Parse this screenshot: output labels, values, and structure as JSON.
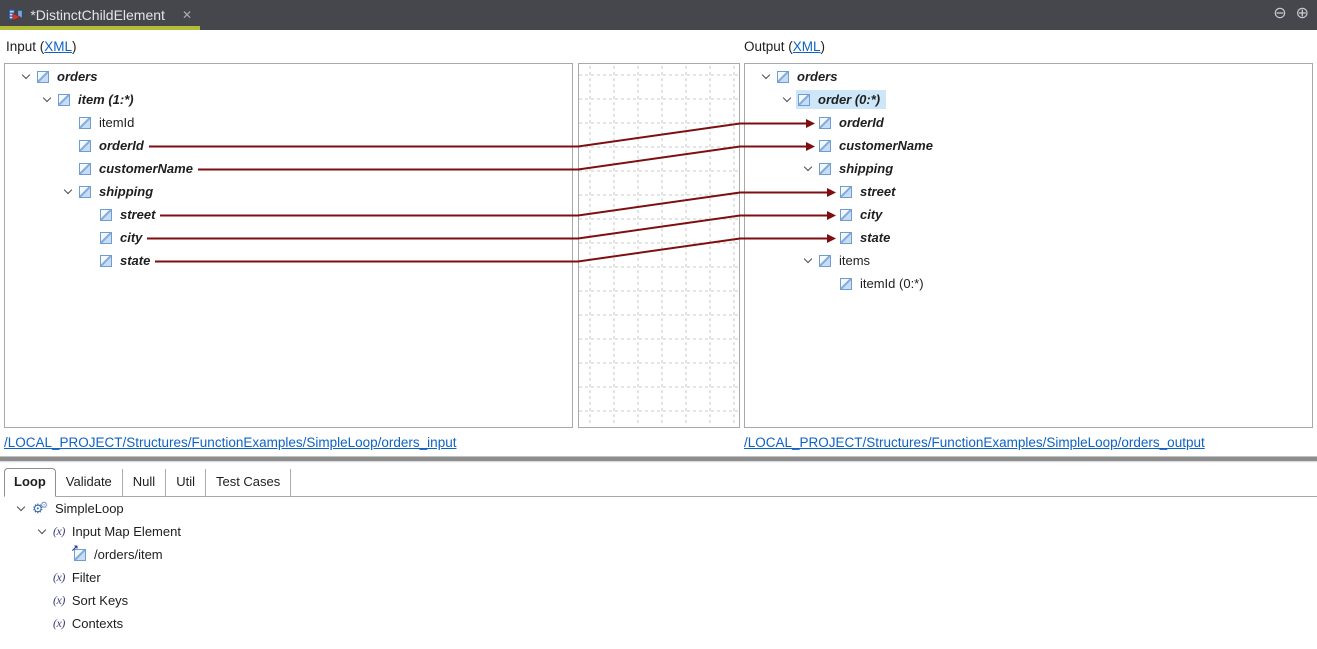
{
  "header": {
    "tab_title": "*DistinctChildElement"
  },
  "icons": {
    "close_glyph": "✕",
    "minus_circle_glyph": "⊖",
    "plus_circle_glyph": "⊕",
    "function_glyph": "(x)",
    "gear_glyph": "⚙",
    "arrow_up_right_glyph": "↗"
  },
  "colors": {
    "header_bg": "#45474c",
    "tab_underline": "#b4bd38",
    "mapping_line": "#7e0e10",
    "selection_bg": "#cde7f8",
    "link": "#0e62c4",
    "grid": "#c9c9c9"
  },
  "input_section": {
    "label_prefix": "Input (",
    "format_link": "XML",
    "label_suffix": ")",
    "path_link": "/LOCAL_PROJECT/Structures/FunctionExamples/SimpleLoop/orders_input"
  },
  "output_section": {
    "label_prefix": "Output (",
    "format_link": "XML",
    "label_suffix": ")",
    "path_link": "/LOCAL_PROJECT/Structures/FunctionExamples/SimpleLoop/orders_output"
  },
  "input_tree": {
    "rows": [
      {
        "label": "orders",
        "level": 0,
        "expanded": true,
        "style": "bi",
        "icon": "xml"
      },
      {
        "label": "item (1:*)",
        "level": 1,
        "expanded": true,
        "style": "bi",
        "icon": "xml"
      },
      {
        "label": "itemId",
        "level": 2,
        "expanded": false,
        "style": "plain",
        "icon": "xml"
      },
      {
        "label": "orderId",
        "level": 2,
        "expanded": false,
        "style": "bi",
        "icon": "xml"
      },
      {
        "label": "customerName",
        "level": 2,
        "expanded": false,
        "style": "bi",
        "icon": "xml"
      },
      {
        "label": "shipping",
        "level": 2,
        "expanded": true,
        "style": "bi",
        "icon": "xml"
      },
      {
        "label": "street",
        "level": 3,
        "expanded": false,
        "style": "bi",
        "icon": "xml"
      },
      {
        "label": "city",
        "level": 3,
        "expanded": false,
        "style": "bi",
        "icon": "xml"
      },
      {
        "label": "state",
        "level": 3,
        "expanded": false,
        "style": "bi",
        "icon": "xml"
      }
    ]
  },
  "output_tree": {
    "rows": [
      {
        "label": "orders",
        "level": 0,
        "expanded": true,
        "style": "bi",
        "icon": "xml"
      },
      {
        "label": "order (0:*)",
        "level": 1,
        "expanded": true,
        "style": "bi",
        "icon": "xml",
        "selected": true
      },
      {
        "label": "orderId",
        "level": 2,
        "expanded": false,
        "style": "bi",
        "icon": "xml"
      },
      {
        "label": "customerName",
        "level": 2,
        "expanded": false,
        "style": "bi",
        "icon": "xml"
      },
      {
        "label": "shipping",
        "level": 2,
        "expanded": true,
        "style": "bi",
        "icon": "xml"
      },
      {
        "label": "street",
        "level": 3,
        "expanded": false,
        "style": "bi",
        "icon": "xml"
      },
      {
        "label": "city",
        "level": 3,
        "expanded": false,
        "style": "bi",
        "icon": "xml"
      },
      {
        "label": "state",
        "level": 3,
        "expanded": false,
        "style": "bi",
        "icon": "xml"
      },
      {
        "label": "items",
        "level": 2,
        "expanded": true,
        "style": "plain",
        "icon": "xml"
      },
      {
        "label": "itemId (0:*)",
        "level": 3,
        "expanded": false,
        "style": "plain",
        "icon": "xml"
      }
    ]
  },
  "mappings": [
    {
      "from": "orderId",
      "from_index": 3,
      "to": "orderId",
      "to_index": 2
    },
    {
      "from": "customerName",
      "from_index": 4,
      "to": "customerName",
      "to_index": 3
    },
    {
      "from": "street",
      "from_index": 6,
      "to": "street",
      "to_index": 5
    },
    {
      "from": "city",
      "from_index": 7,
      "to": "city",
      "to_index": 6
    },
    {
      "from": "state",
      "from_index": 8,
      "to": "state",
      "to_index": 7
    }
  ],
  "bottom_panel": {
    "tabs": [
      "Loop",
      "Validate",
      "Null",
      "Util",
      "Test Cases"
    ],
    "active_tab": "Loop",
    "tree": {
      "rows": [
        {
          "label": "SimpleLoop",
          "level": 0,
          "expanded": true,
          "style": "plain",
          "icon": "gears"
        },
        {
          "label": "Input Map Element",
          "level": 1,
          "expanded": true,
          "style": "plain",
          "icon": "fn"
        },
        {
          "label": "/orders/item",
          "level": 2,
          "expanded": false,
          "style": "plain",
          "icon": "xml-new"
        },
        {
          "label": "Filter",
          "level": 1,
          "expanded": false,
          "style": "plain",
          "icon": "fn"
        },
        {
          "label": "Sort Keys",
          "level": 1,
          "expanded": false,
          "style": "plain",
          "icon": "fn"
        },
        {
          "label": "Contexts",
          "level": 1,
          "expanded": false,
          "style": "plain",
          "icon": "fn"
        }
      ]
    }
  }
}
